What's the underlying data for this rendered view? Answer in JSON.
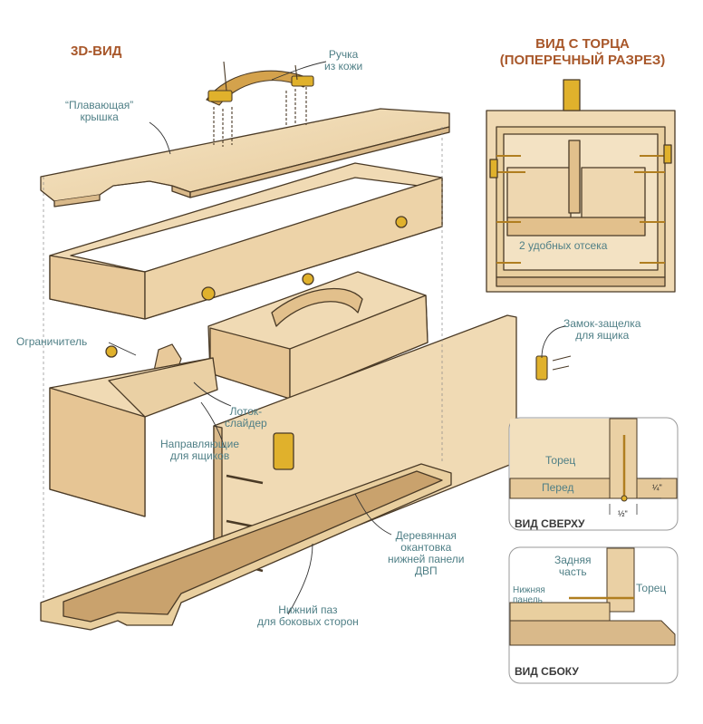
{
  "titles": {
    "view_3d": "3D-ВИД",
    "end_view_line1": "ВИД С ТОРЦА",
    "end_view_line2": "(ПОПЕРЕЧНЫЙ РАЗРЕЗ)"
  },
  "labels": {
    "handle_line1": "Ручка",
    "handle_line2": "из кожи",
    "lid_line1": "“Плавающая”",
    "lid_line2": "крышка",
    "stop": "Ограничитель",
    "tray_line1": "Лоток-",
    "tray_line2": "слайдер",
    "guides_line1": "Направляющие",
    "guides_line2": "для ящиков",
    "latch_line1": "Замок-защелка",
    "latch_line2": "для ящика",
    "compartments": "2 удобных отсека",
    "trim_line1": "Деревянная",
    "trim_line2": "окантовка",
    "trim_line3": "нижней панели",
    "trim_line4": "ДВП",
    "groove_line1": "Нижний паз",
    "groove_line2": "для боковых сторон"
  },
  "top_view": {
    "title": "ВИД СВЕРХУ",
    "end": "Торец",
    "front": "Перед",
    "dim_quarter": "¼\"",
    "dim_half": "½\""
  },
  "side_view": {
    "title": "ВИД СБОКУ",
    "back_line1": "Задняя",
    "back_line2": "часть",
    "bottom_line1": "Нижняя",
    "bottom_line2": "панель",
    "end": "Торец"
  },
  "colors": {
    "wood": "#f0dab4",
    "wood_dark": "#d9b98a",
    "wood_shadow": "#c9a26d",
    "outline": "#4a3a26",
    "brass": "#e0b12c",
    "leather": "#d4a24c",
    "label": "#4f7f86",
    "title": "#a8572a"
  }
}
